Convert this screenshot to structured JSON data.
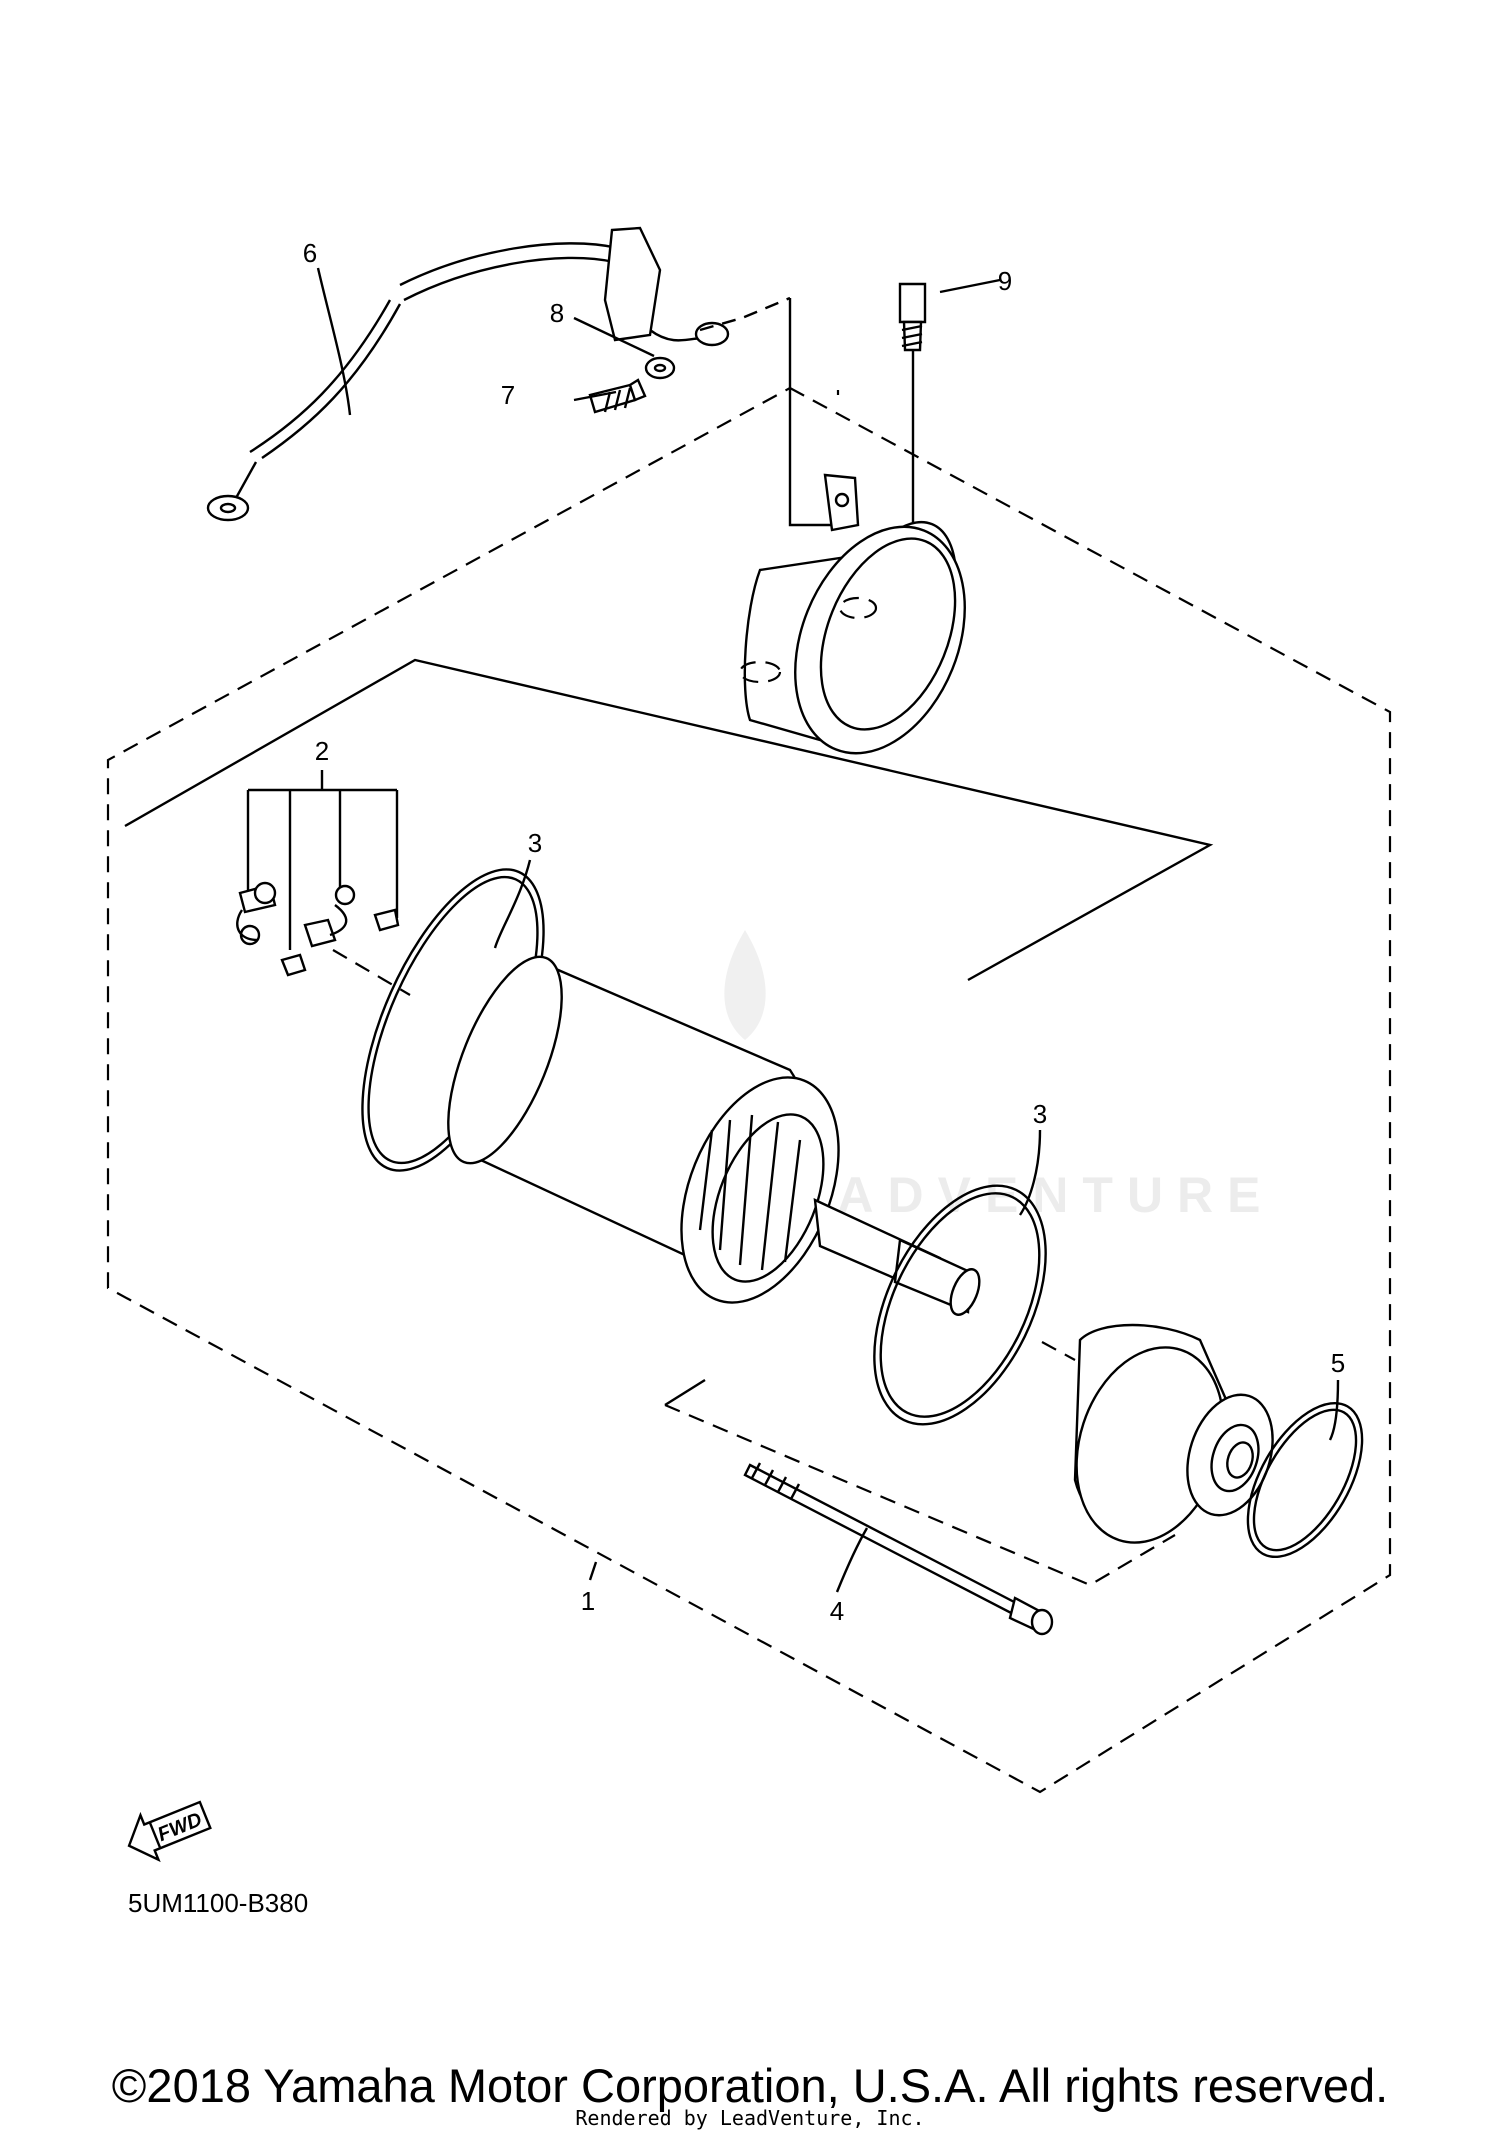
{
  "diagram": {
    "callouts": {
      "c1": "1",
      "c2": "2",
      "c3a": "3",
      "c3b": "3",
      "c4": "4",
      "c5": "5",
      "c6": "6",
      "c7": "7",
      "c8": "8",
      "c9": "9"
    },
    "fwd_label": "FWD",
    "watermark": "LEADVENTURE",
    "code": "5UM1100-B380"
  },
  "footer": {
    "copyright": "©2018 Yamaha Motor Corporation, U.S.A. All rights reserved.",
    "rendered_by": "Rendered by LeadVenture, Inc."
  }
}
